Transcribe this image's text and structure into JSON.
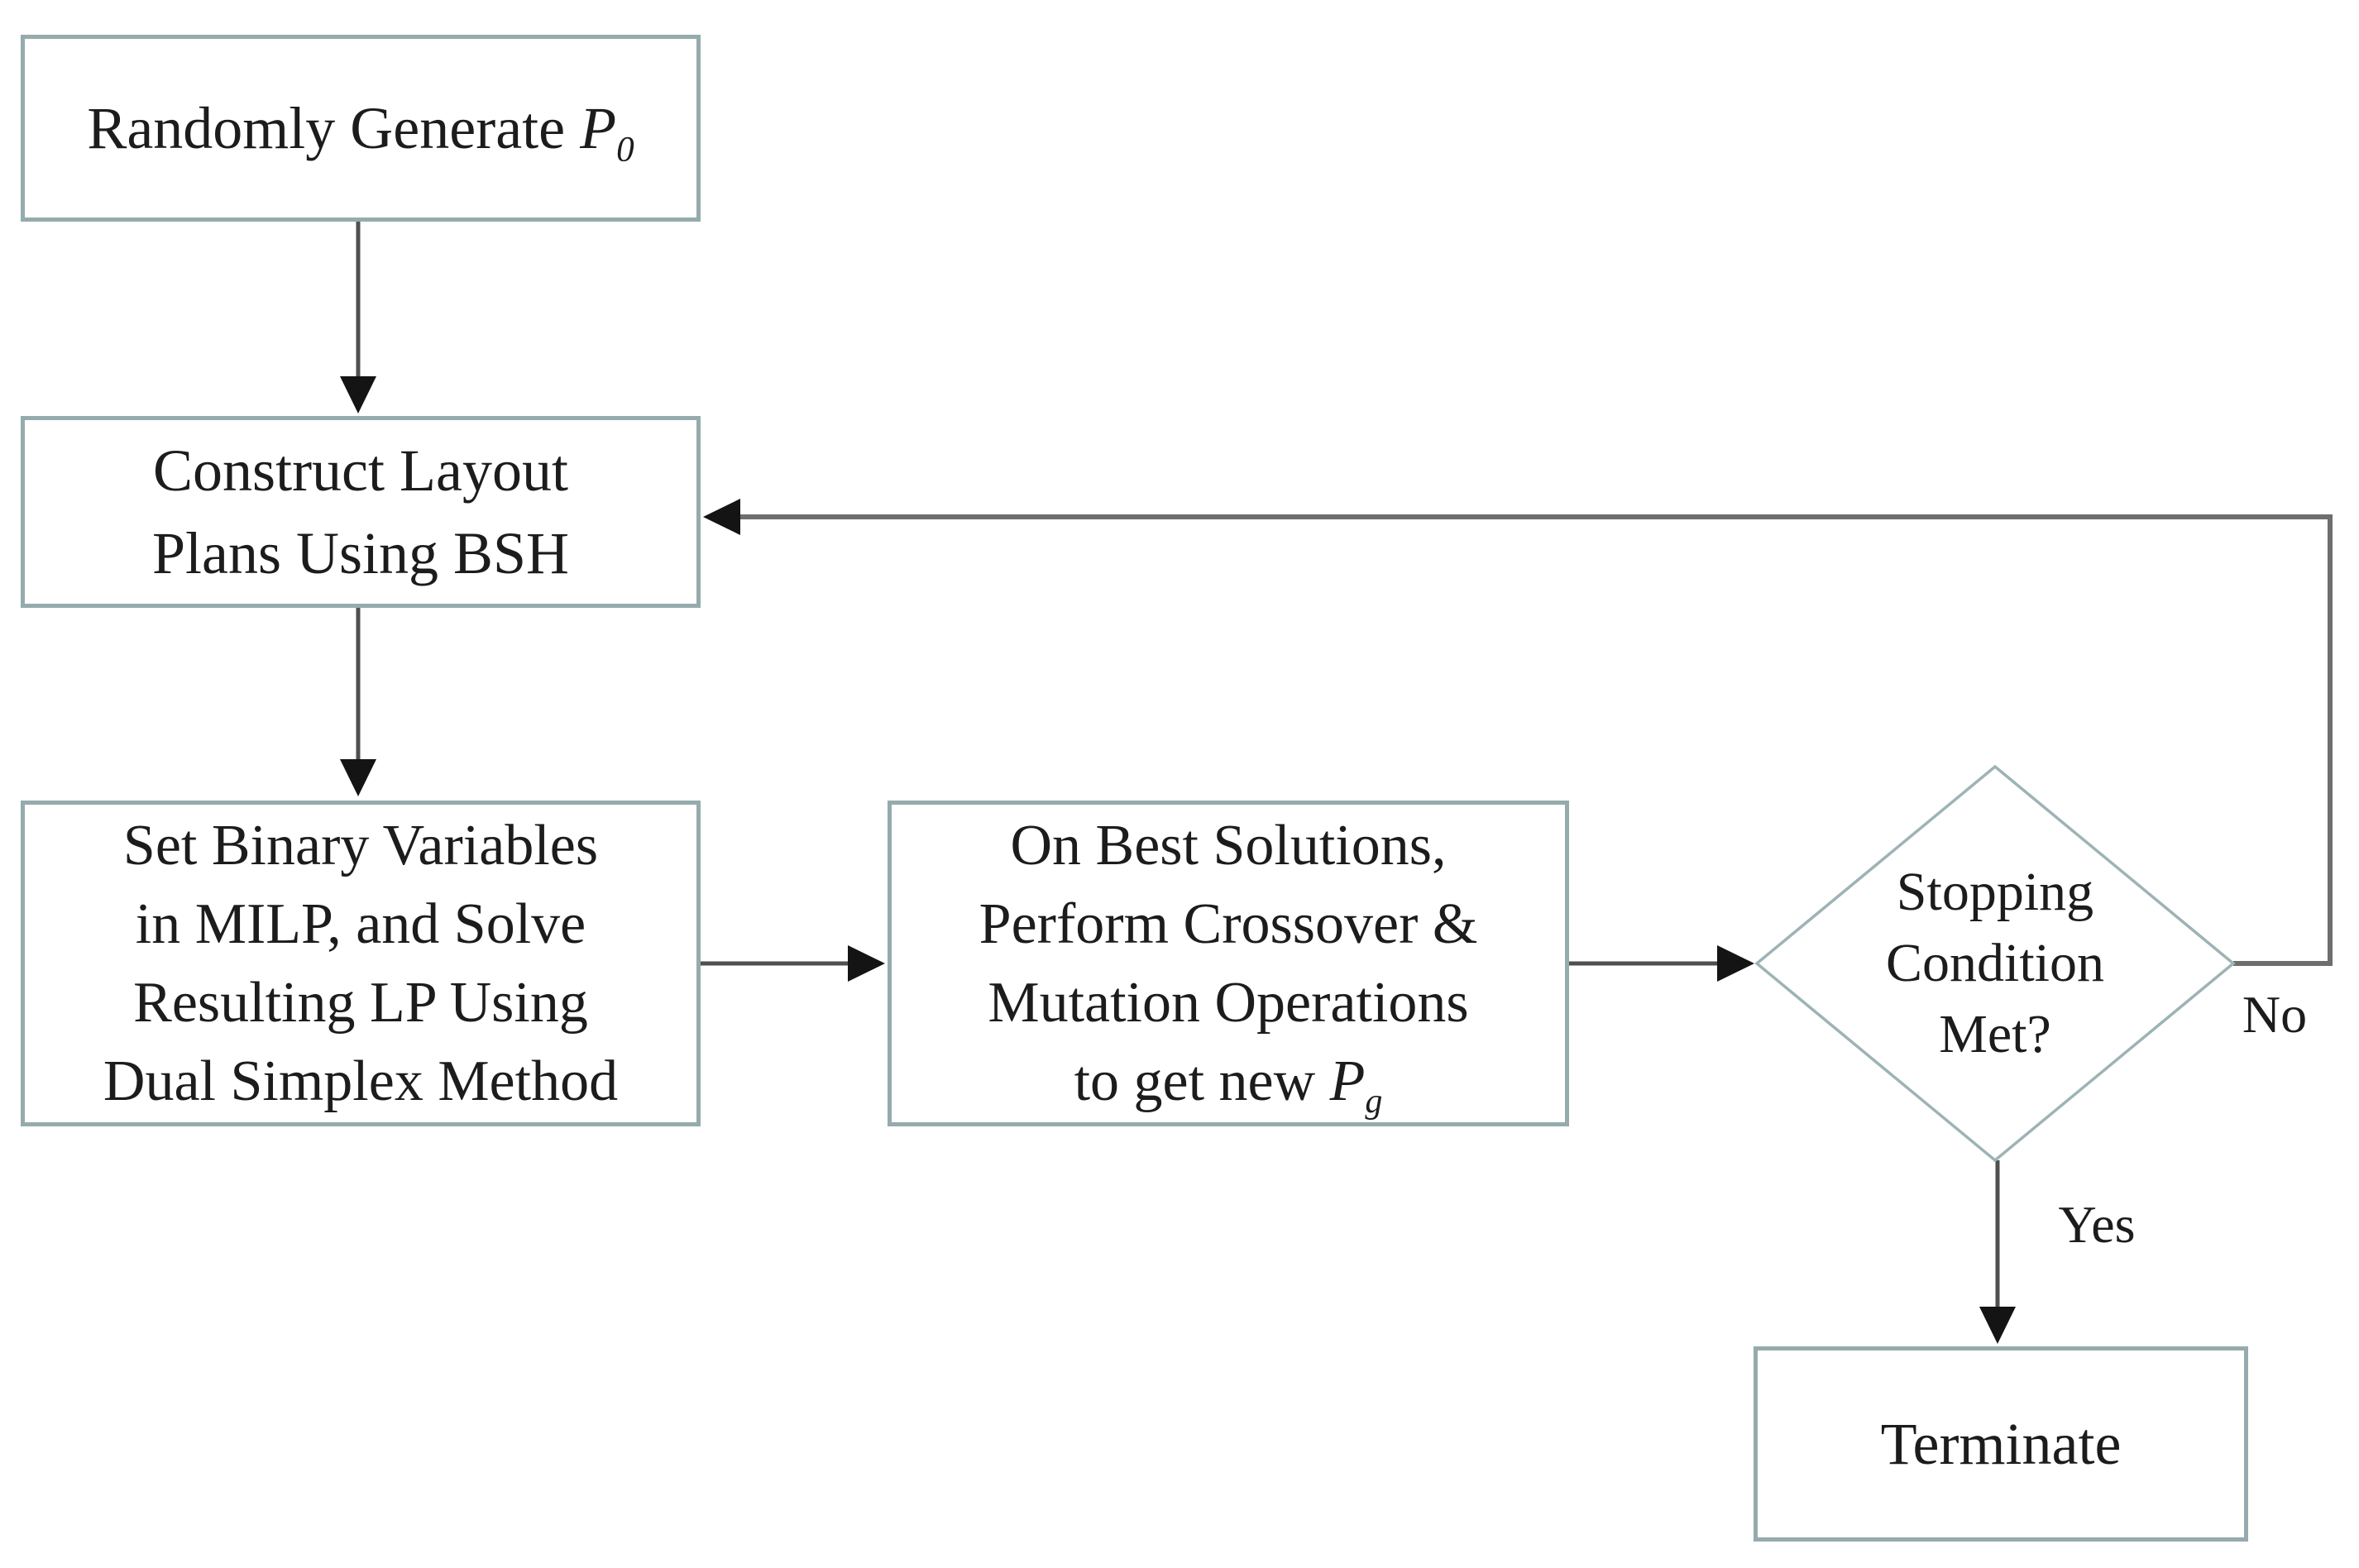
{
  "figure": {
    "background": "#ffffff",
    "box_border_color": "#95abad",
    "diamond_border_color": "#9db3b5",
    "line_color": "#4f4f4f",
    "loop_line_color": "#6e6e6e",
    "arrowhead_color": "#141414",
    "text_color": "#1c1c1c"
  },
  "nodes": {
    "generate": {
      "prefix": "Randomly Generate ",
      "var": "P",
      "sub": "0"
    },
    "construct": {
      "lines": [
        "Construct Layout",
        "Plans Using BSH"
      ]
    },
    "milp": {
      "lines": [
        "Set Binary Variables",
        "in MILP, and Solve",
        "Resulting LP Using",
        "Dual Simplex Method"
      ]
    },
    "crossover": {
      "lines": [
        "On Best Solutions,",
        "Perform Crossover &",
        "Mutation Operations"
      ],
      "last": {
        "prefix": "to get new ",
        "var": "P",
        "sub": "g"
      }
    },
    "decision": {
      "lines": [
        "Stopping",
        "Condition",
        "Met?"
      ]
    },
    "terminate": {
      "label": "Terminate"
    }
  },
  "edge_labels": {
    "no": "No",
    "yes": "Yes"
  }
}
